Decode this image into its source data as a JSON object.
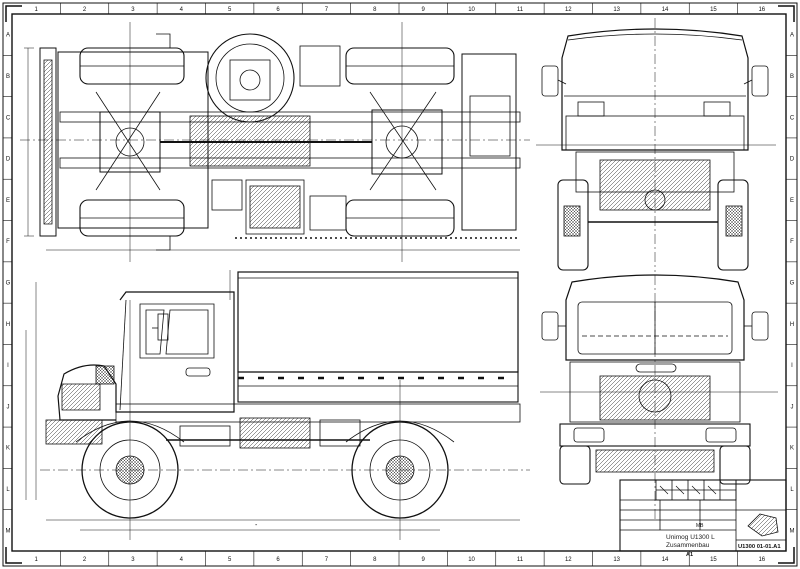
{
  "border": {
    "columns": [
      "1",
      "2",
      "3",
      "4",
      "5",
      "6",
      "7",
      "8",
      "9",
      "10",
      "11",
      "12",
      "13",
      "14",
      "15",
      "16"
    ],
    "rows": [
      "A",
      "B",
      "C",
      "D",
      "E",
      "F",
      "G",
      "H",
      "I",
      "J",
      "K",
      "L",
      "M"
    ]
  },
  "title_block": {
    "title_line1": "Unimog U1300 L",
    "title_line2": "Zusammenbau",
    "drawing_number": "U1300 01-01.A1",
    "sheet_size": "A1",
    "small_label": "MB"
  },
  "views": [
    "top-view",
    "front-view",
    "side-view",
    "rear-view"
  ]
}
